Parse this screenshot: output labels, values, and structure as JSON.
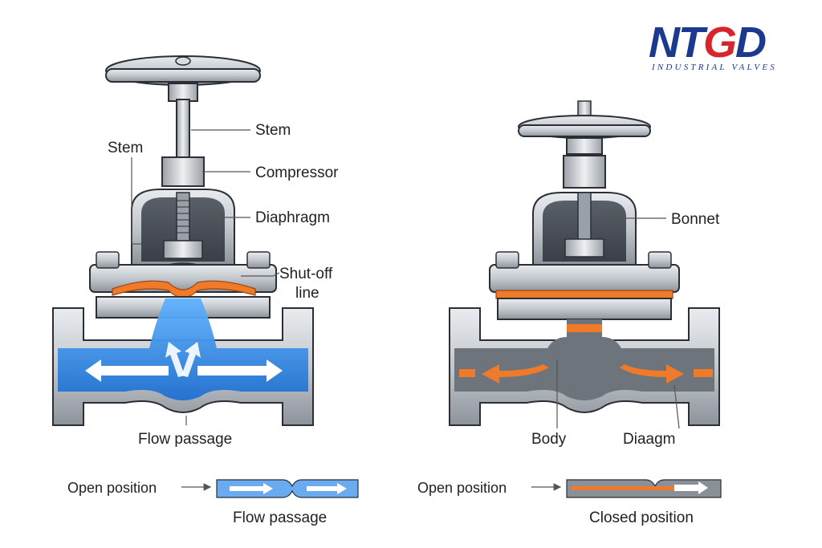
{
  "logo": {
    "brand_main": "NT",
    "brand_accent": "G",
    "brand_end": "D",
    "tagline": "INDUSTRIAL VALVES"
  },
  "left_valve": {
    "stem_right": "Stem",
    "stem_left": "Stem",
    "compressor": "Compressor",
    "diaphragm": "Diaphragm",
    "shutoff_1": "Shut-off",
    "shutoff_2": "line",
    "flow_passage": "Flow passage"
  },
  "right_valve": {
    "bonnet": "Bonnet",
    "body": "Body",
    "diaagm": "Diaagm"
  },
  "bottom": {
    "left_position": "Open position",
    "left_caption": "Flow passage",
    "right_position": "Open position",
    "right_caption": "Closed position"
  },
  "colors": {
    "flow_blue": "#2a86e6",
    "diaphragm_orange": "#ef7a2a",
    "metal": "#c9cdd2",
    "metal_dark": "#4b5057",
    "outline": "#2b2f35",
    "logo_blue": "#1b3a8f",
    "logo_red": "#d7262b"
  }
}
